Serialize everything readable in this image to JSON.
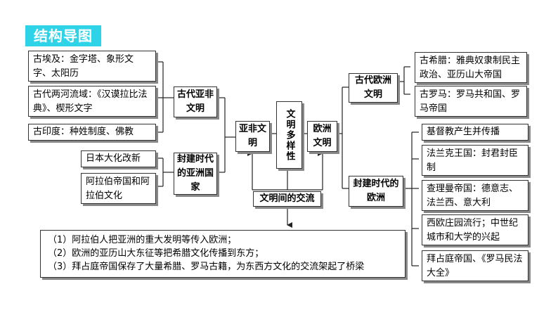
{
  "title": "结构导图",
  "center_node": "文明多样性",
  "asia_africa": {
    "label": "亚非文明",
    "ancient": {
      "label": "古代亚非文明",
      "items": [
        "古埃及：金字塔、象形文字、太阳历",
        "古代两河流域：《汉谟拉比法典》、楔形文字",
        "古印度：种姓制度、佛教"
      ]
    },
    "feudal": {
      "label": "封建时代的亚洲国家",
      "items": [
        "日本大化改新",
        "阿拉伯帝国和阿拉伯文化"
      ]
    }
  },
  "europe": {
    "label": "欧洲文明",
    "ancient": {
      "label": "古代欧洲文明",
      "items": [
        "古希腊：雅典奴隶制民主政治、亚历山大帝国",
        "古罗马：罗马共和国、罗马帝国"
      ]
    },
    "feudal": {
      "label": "封建时代的欧洲",
      "items": [
        "基督教产生并传播",
        "法兰克王国：封君封臣制",
        "查理曼帝国：德意志、法兰西、意大利",
        "西欧庄园流行；中世纪城市和大学的兴起",
        "拜占庭帝国、《罗马民法大全》"
      ]
    }
  },
  "exchange": {
    "label": "文明间的交流",
    "notes": [
      "（1）阿拉伯人把亚洲的重大发明等传入欧洲；",
      "（2）欧洲的亚历山大东征等把希腊文化传播到东方；",
      "（3）拜占庭帝国保存了大量希腊、罗马古籍，为东西方文化的交流架起了桥梁"
    ]
  }
}
